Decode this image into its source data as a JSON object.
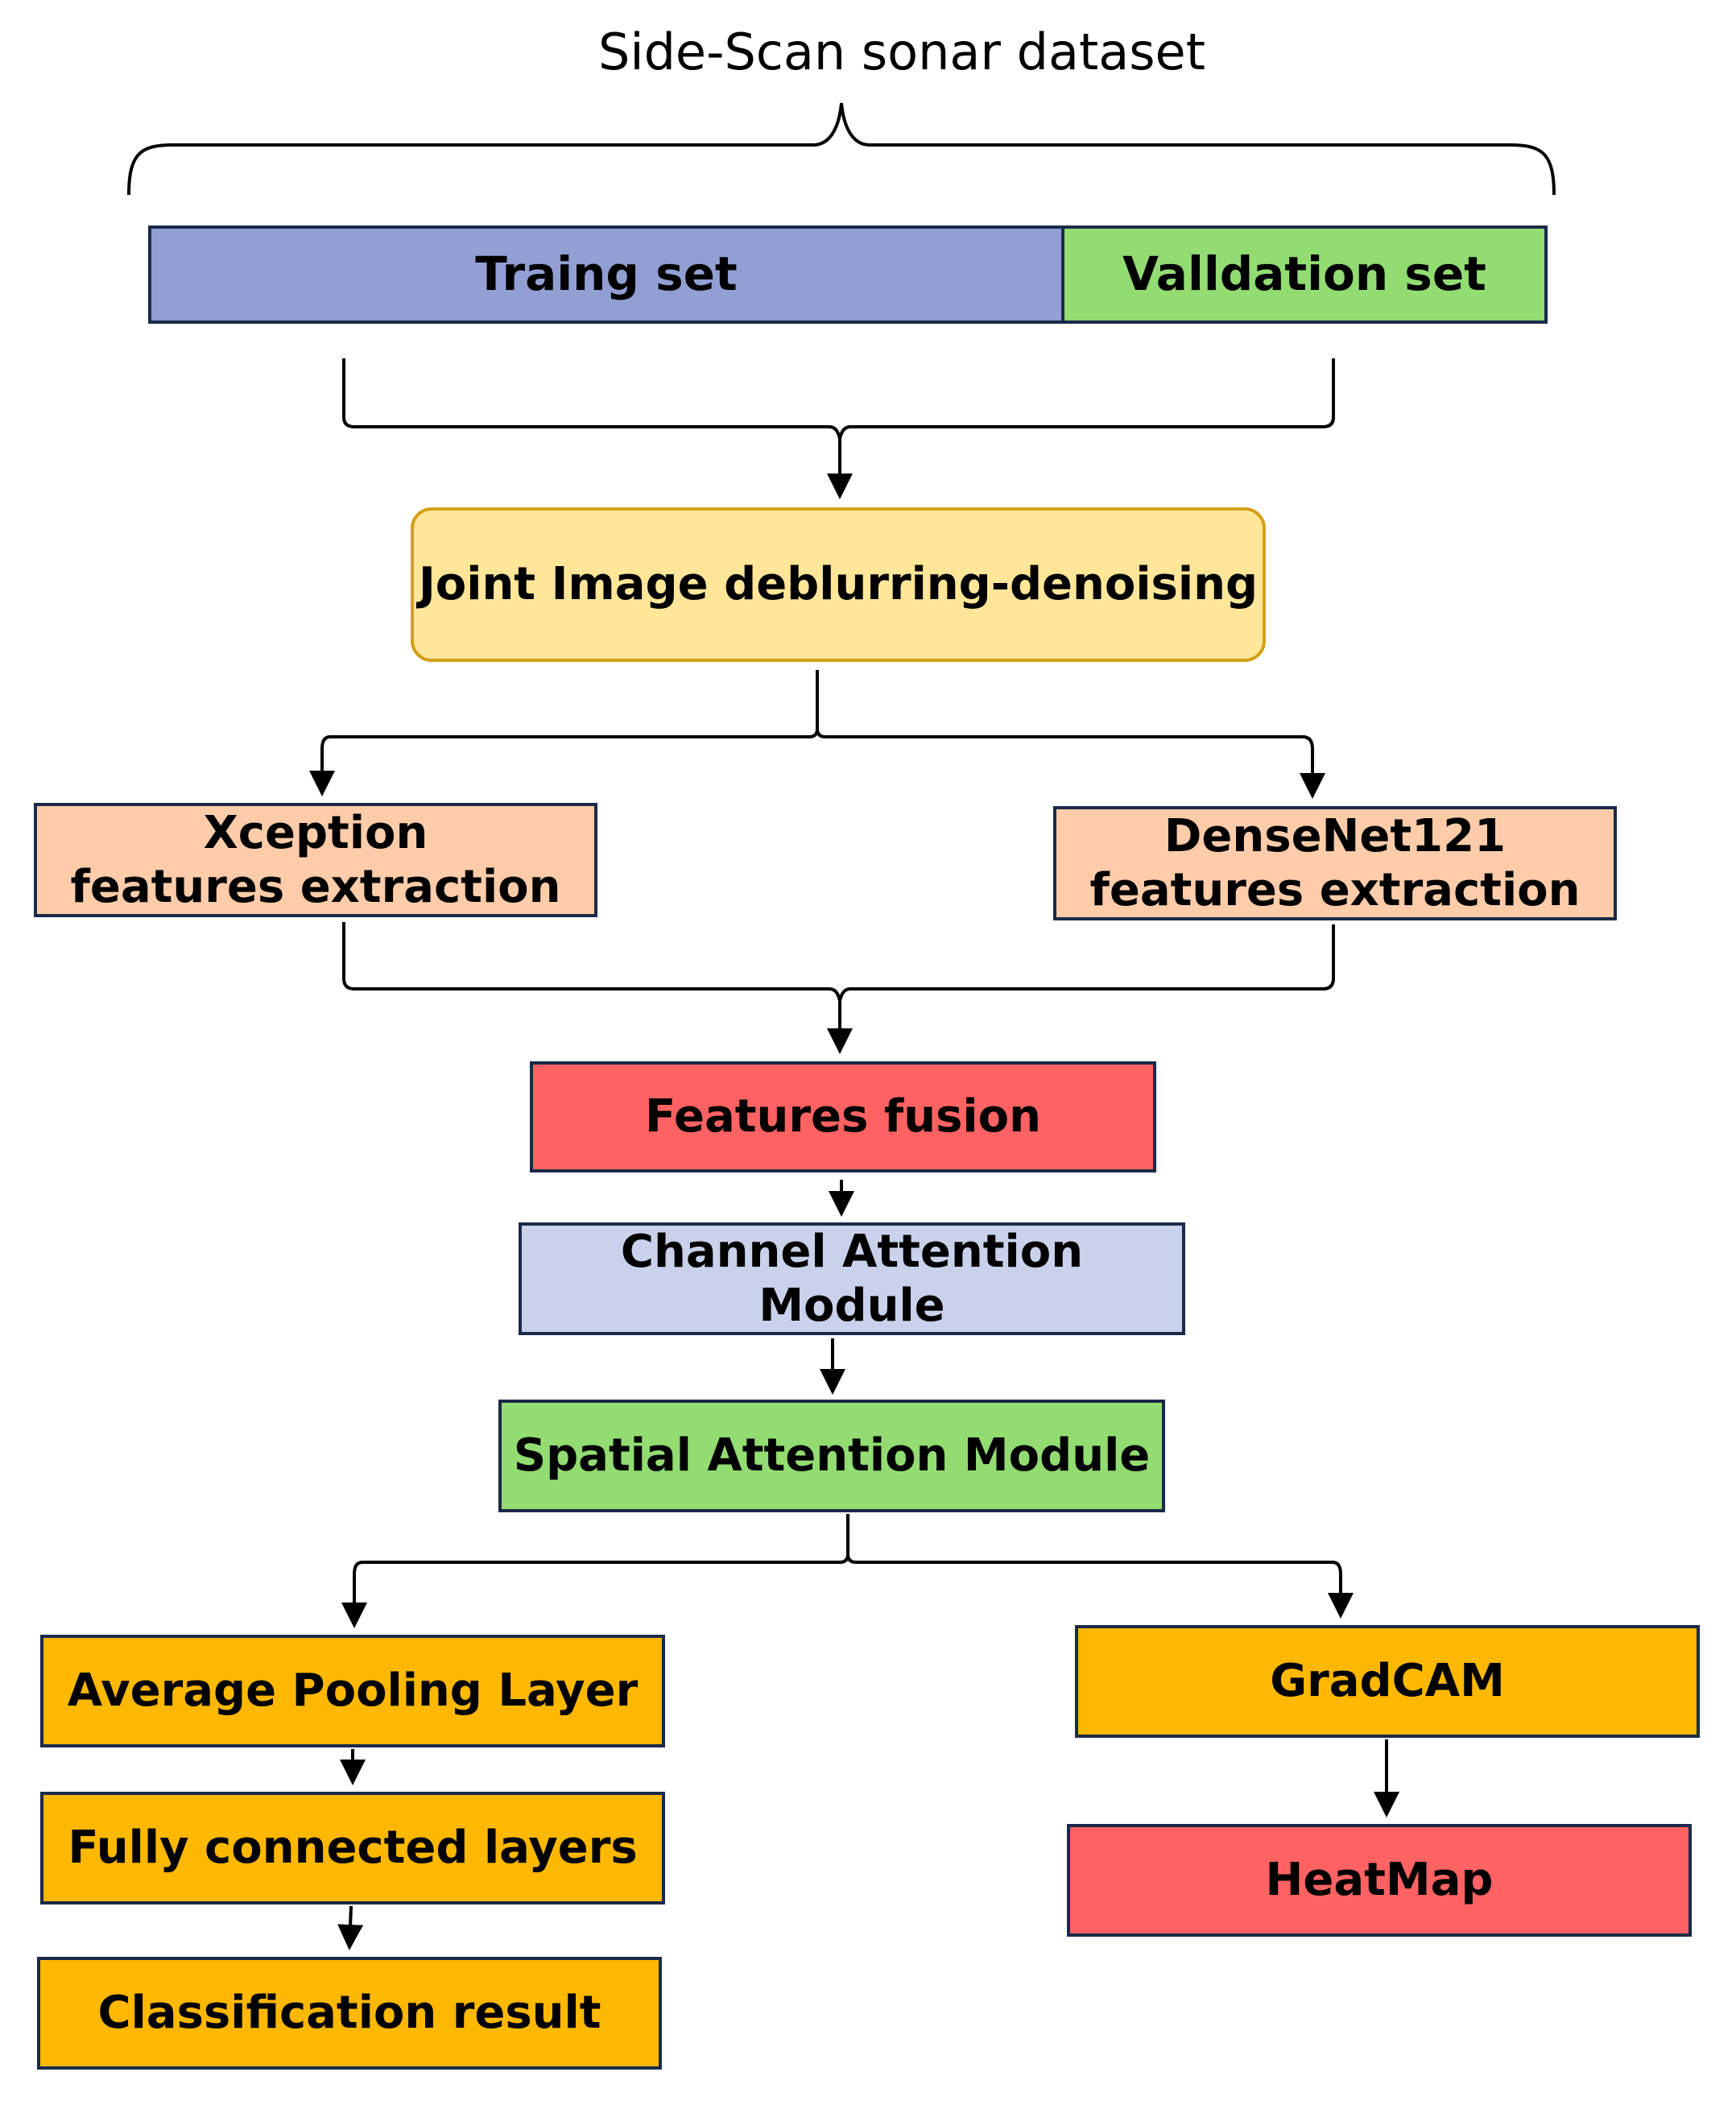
{
  "title": "Side-Scan sonar dataset",
  "colors": {
    "blue": "#929fd3",
    "green": "#92dc72",
    "yellow": "#ffe699",
    "peach": "#ffccaa",
    "red": "#ff6262",
    "lavender": "#c9d2ea",
    "orange": "#ffb800",
    "border": "#1a2a4a",
    "yellow_border": "#d4a017"
  },
  "nodes": {
    "training_set": "Traing set",
    "validation_set": "Valldation set",
    "joint_deblur": "Joint Image deblurring-denoising",
    "xception": [
      "Xception",
      "features extraction"
    ],
    "densenet": [
      "DenseNet121",
      "features extraction"
    ],
    "fusion": "Features fusion",
    "channel_attention": "Channel Attention Module",
    "spatial_attention": "Spatial Attention Module",
    "avg_pooling": "Average Pooling Layer",
    "fully_connected": "Fully connected layers",
    "classification": "Classification result",
    "gradcam": "GradCAM",
    "heatmap": "HeatMap"
  }
}
